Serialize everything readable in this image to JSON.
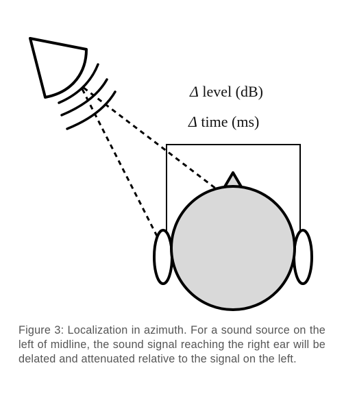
{
  "labels": {
    "level_symbol": "Δ",
    "level_text": " level (dB)",
    "time_symbol": "Δ",
    "time_text": " time (ms)"
  },
  "caption": "Figure 3: Localization in azimuth. For a sound source on the left of midline, the sound signal reaching the right ear will be delated and attenuated relative to the signal on the left.",
  "colors": {
    "stroke": "#000000",
    "head_fill": "#d9d9d9",
    "caption_text": "#555555"
  },
  "icons": {
    "sound_source": "speaker-cone-icon",
    "sound_waves": "sound-wave-arcs-icon",
    "head": "head-top-view-icon"
  }
}
